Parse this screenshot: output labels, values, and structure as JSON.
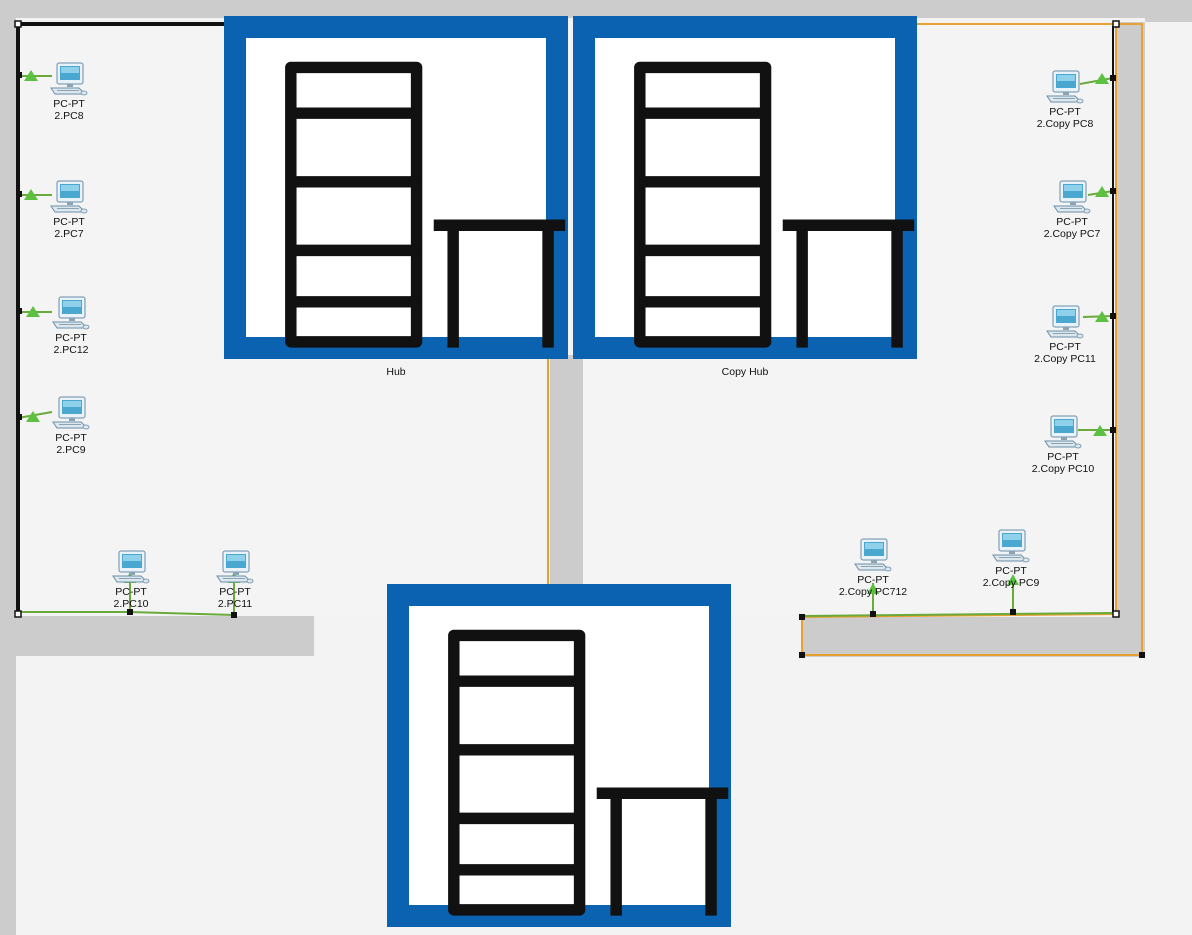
{
  "colors": {
    "background": "#f3f3f3",
    "wall": "#cccccc",
    "ethernet_link": "#6aaa3a",
    "console_link": "#111111",
    "fiber_link": "#e8a030",
    "hub_blue": "#0a62b0"
  },
  "devices": {
    "left_pcs": [
      {
        "type": "PC-PT",
        "name": "2.PC8"
      },
      {
        "type": "PC-PT",
        "name": "2.PC7"
      },
      {
        "type": "PC-PT",
        "name": "2.PC12"
      },
      {
        "type": "PC-PT",
        "name": "2.PC9"
      },
      {
        "type": "PC-PT",
        "name": "2.PC10"
      },
      {
        "type": "PC-PT",
        "name": "2.PC11"
      }
    ],
    "right_pcs": [
      {
        "type": "PC-PT",
        "name": "2.Copy PC8"
      },
      {
        "type": "PC-PT",
        "name": "2.Copy PC7"
      },
      {
        "type": "PC-PT",
        "name": "2.Copy PC11"
      },
      {
        "type": "PC-PT",
        "name": "2.Copy PC10"
      },
      {
        "type": "PC-PT",
        "name": "2.Copy PC712"
      },
      {
        "type": "PC-PT",
        "name": "2.Copy PC9"
      }
    ],
    "hubs": [
      {
        "name": "Hub",
        "icon": "hub-icon"
      },
      {
        "name": "Copy Hub",
        "icon": "hub-icon"
      },
      {
        "name": "",
        "icon": "hub-icon"
      }
    ]
  }
}
